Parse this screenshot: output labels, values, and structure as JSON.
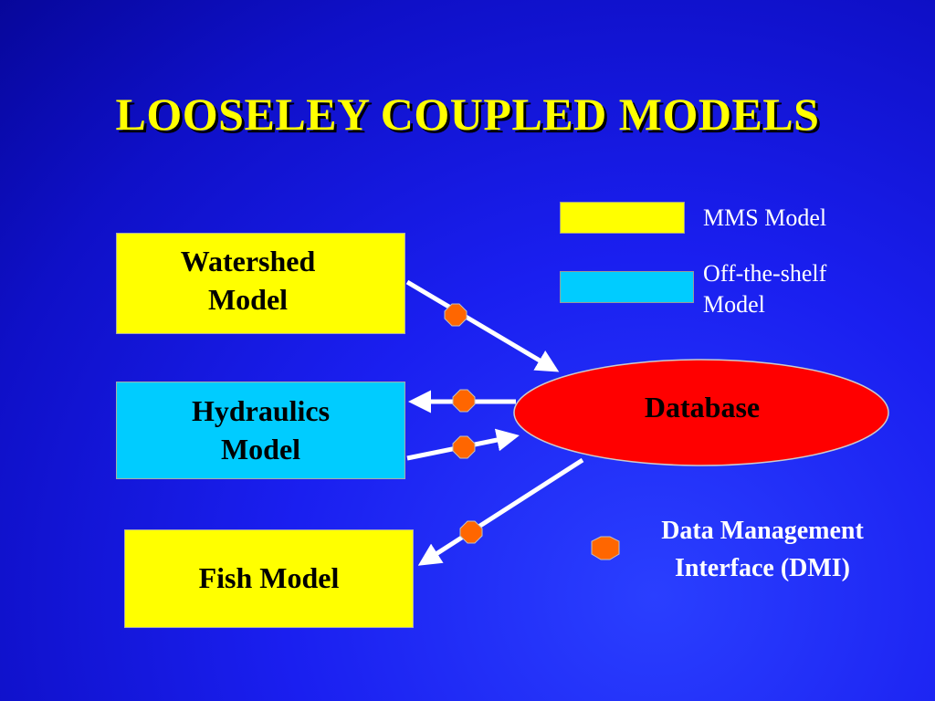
{
  "title": "LOOSELEY COUPLED MODELS",
  "colors": {
    "mms": "#ffff00",
    "off_the_shelf": "#00ccff",
    "database": "#ff0000",
    "dmi": "#ff6600",
    "title": "#ffff00",
    "background": "#1a1ff0"
  },
  "boxes": {
    "watershed": {
      "line1": "Watershed",
      "line2": "Model"
    },
    "hydraulics": {
      "line1": "Hydraulics",
      "line2": "Model"
    },
    "fish": {
      "label": "Fish Model"
    }
  },
  "database": {
    "label": "Database"
  },
  "legend": {
    "mms": "MMS Model",
    "off_the_shelf_line1": "Off-the-shelf",
    "off_the_shelf_line2": "Model"
  },
  "dmi": {
    "line1": "Data Management",
    "line2": "Interface (DMI)"
  }
}
